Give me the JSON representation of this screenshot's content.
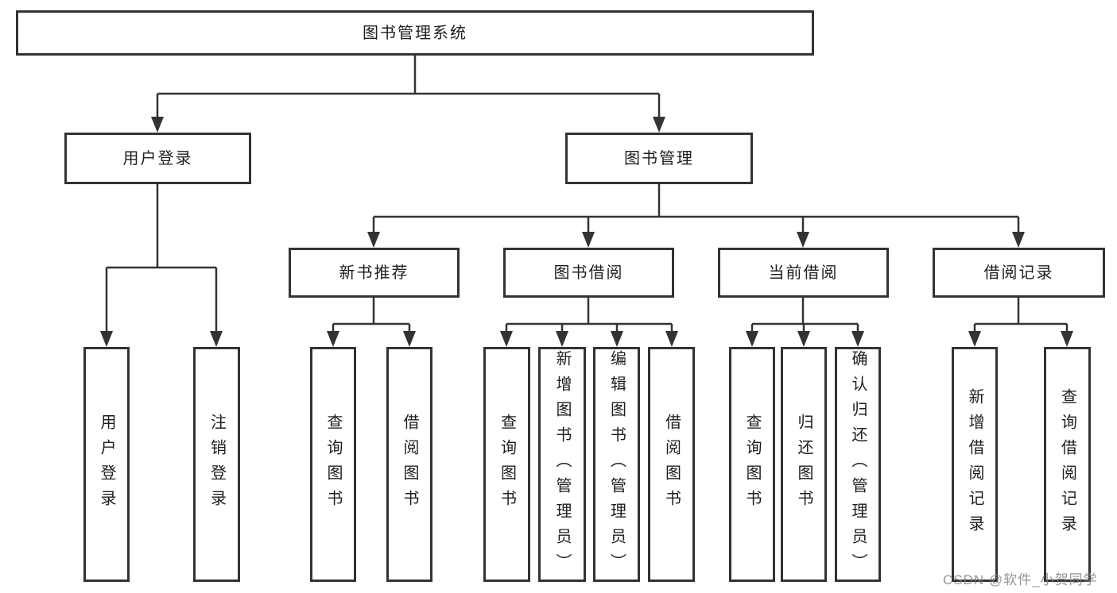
{
  "tree": {
    "root": {
      "label": "图书管理系统",
      "children": [
        {
          "label": "用户登录",
          "children": [
            {
              "label": "用户登录"
            },
            {
              "label": "注销登录"
            }
          ]
        },
        {
          "label": "图书管理",
          "children": [
            {
              "label": "新书推荐",
              "children": [
                {
                  "label": "查询图书"
                },
                {
                  "label": "借阅图书"
                }
              ]
            },
            {
              "label": "图书借阅",
              "children": [
                {
                  "label": "查询图书"
                },
                {
                  "label": "新增图书（管理员）"
                },
                {
                  "label": "编辑图书（管理员）"
                },
                {
                  "label": "借阅图书"
                }
              ]
            },
            {
              "label": "当前借阅",
              "children": [
                {
                  "label": "查询图书"
                },
                {
                  "label": "归还图书"
                },
                {
                  "label": "确认归还（管理员）"
                }
              ]
            },
            {
              "label": "借阅记录",
              "children": [
                {
                  "label": "新增借阅记录"
                },
                {
                  "label": "查询借阅记录"
                }
              ]
            }
          ]
        }
      ]
    }
  },
  "watermark": {
    "text": "CSDN @软件_小贺同学"
  },
  "colors": {
    "line": "#333333",
    "box_border": "#333333",
    "text": "#1e1e1e",
    "watermark": "#828282",
    "background": "#ffffff"
  }
}
